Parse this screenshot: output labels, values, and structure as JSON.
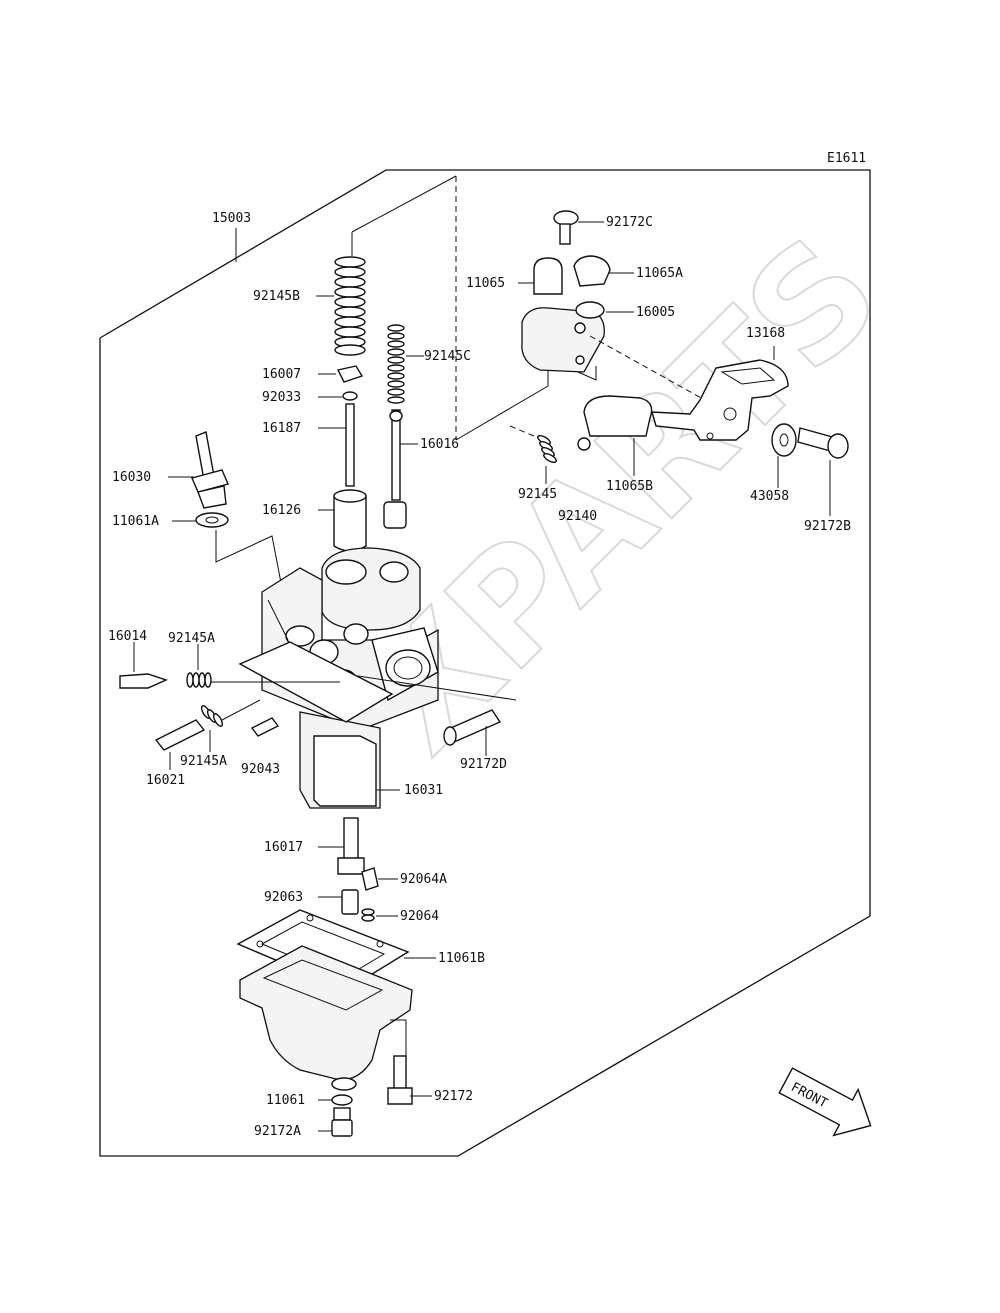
{
  "diagram": {
    "code": "E1611",
    "watermark": "XPARTS",
    "front_label": "FRONT",
    "labels": {
      "p15003": "15003",
      "p92145B": "92145B",
      "p16007": "16007",
      "p92033": "92033",
      "p16187": "16187",
      "p92145C": "92145C",
      "p16016": "16016",
      "p16030": "16030",
      "p11061A": "11061A",
      "p16126": "16126",
      "p16014": "16014",
      "p92145A_1": "92145A",
      "p92145A_2": "92145A",
      "p16021": "16021",
      "p92043": "92043",
      "p92172D": "92172D",
      "p16031": "16031",
      "p16017": "16017",
      "p92064A": "92064A",
      "p92063": "92063",
      "p92064": "92064",
      "p11061B": "11061B",
      "p11061": "11061",
      "p92172": "92172",
      "p92172A": "92172A",
      "p92172C": "92172C",
      "p11065": "11065",
      "p11065A": "11065A",
      "p16005": "16005",
      "p13168": "13168",
      "p92145": "92145",
      "p92140": "92140",
      "p11065B": "11065B",
      "p43058": "43058",
      "p92172B": "92172B"
    }
  }
}
